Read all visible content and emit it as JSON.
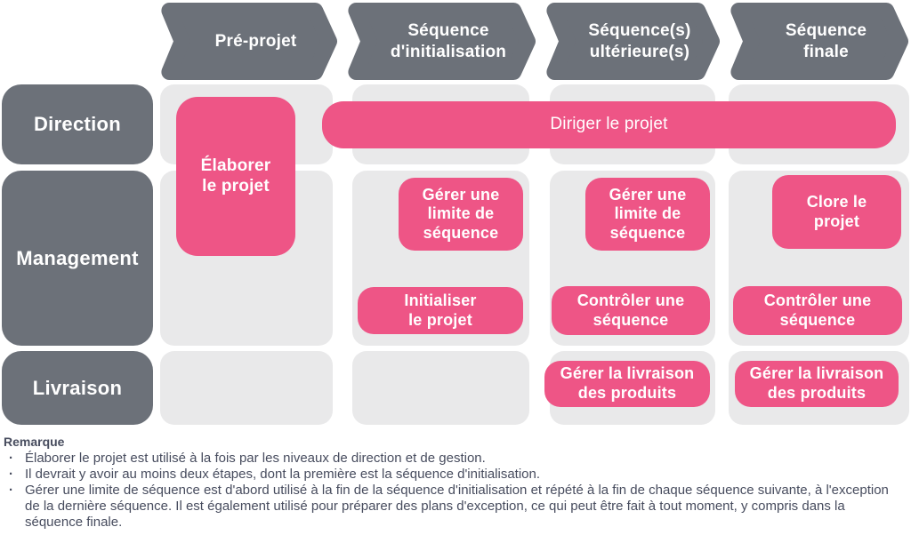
{
  "palette": {
    "header_gray": "#6C7179",
    "cell_gray": "#E9E9EA",
    "activity_pink": "#EE5586",
    "label_text": "#FFFFFF",
    "note_text": "#474C5E"
  },
  "stages": [
    {
      "label": "Pré-projet"
    },
    {
      "label": "Séquence\nd'initialisation"
    },
    {
      "label": "Séquence(s)\nultérieure(s)"
    },
    {
      "label": "Séquence\nfinale"
    }
  ],
  "levels": [
    {
      "label": "Direction"
    },
    {
      "label": "Management"
    },
    {
      "label": "Livraison"
    }
  ],
  "activities": {
    "elaborer": {
      "label": "Élaborer\nle projet"
    },
    "diriger": {
      "label": "Diriger le projet"
    },
    "limite_init": {
      "label": "Gérer une\nlimite de\nséquence"
    },
    "limite_ult": {
      "label": "Gérer une\nlimite de\nséquence"
    },
    "clore": {
      "label": "Clore le\nprojet"
    },
    "initialiser": {
      "label": "Initialiser\nle projet"
    },
    "controler_ult": {
      "label": "Contrôler une\nséquence"
    },
    "controler_finale": {
      "label": "Contrôler une\nséquence"
    },
    "livraison_ult": {
      "label": "Gérer la livraison\ndes produits"
    },
    "livraison_finale": {
      "label": "Gérer la livraison\ndes produits"
    }
  },
  "notes": {
    "title": "Remarque",
    "bullet": "·",
    "items": [
      "Élaborer le projet est utilisé à la fois par les niveaux de direction et de gestion.",
      "Il devrait y avoir au moins deux étapes, dont la première est la séquence d'initialisation.",
      "Gérer une limite de séquence est d'abord utilisé à la fin de la séquence d'initialisation et répété à la fin de chaque séquence suivante, à l'exception de la dernière séquence. Il est également utilisé pour préparer des plans d'exception, ce qui peut être fait à tout moment, y compris dans la séquence finale."
    ]
  }
}
